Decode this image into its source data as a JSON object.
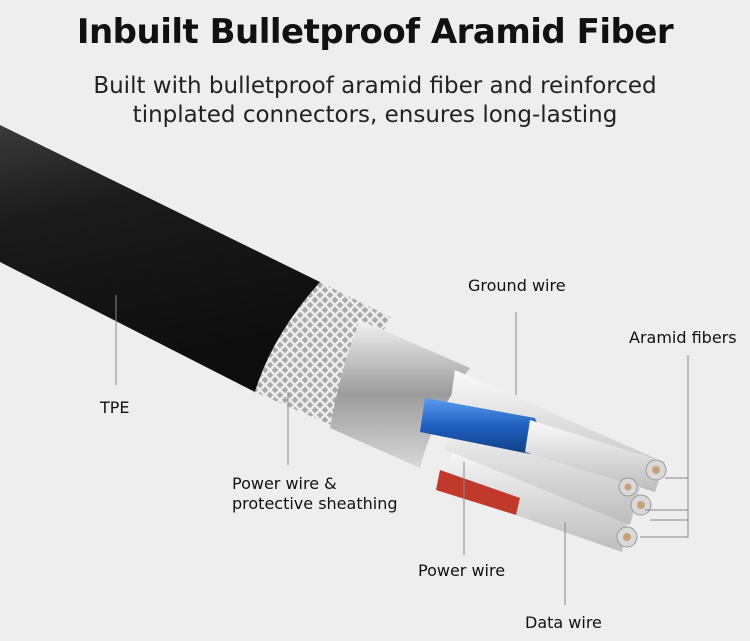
{
  "header": {
    "title": "Inbuilt Bulletproof Aramid Fiber",
    "subtitle_line1": "Built with bulletproof aramid fiber and reinforced",
    "subtitle_line2": "tinplated connectors, ensures long-lasting"
  },
  "labels": {
    "tpe": "TPE",
    "ground_wire": "Ground wire",
    "aramid_fibers": "Aramid fibers",
    "power_sheathing_line1": "Power wire &",
    "power_sheathing_line2": "protective sheathing",
    "power_wire": "Power wire",
    "data_wire": "Data wire"
  },
  "colors": {
    "jacket": "#1b1b1b",
    "shield": "#c8c8c8",
    "foil": "#b0b0b0",
    "blue_wire": "#1f5fbf",
    "red_wire": "#c0392b",
    "fiber": "#e9e9e9"
  }
}
